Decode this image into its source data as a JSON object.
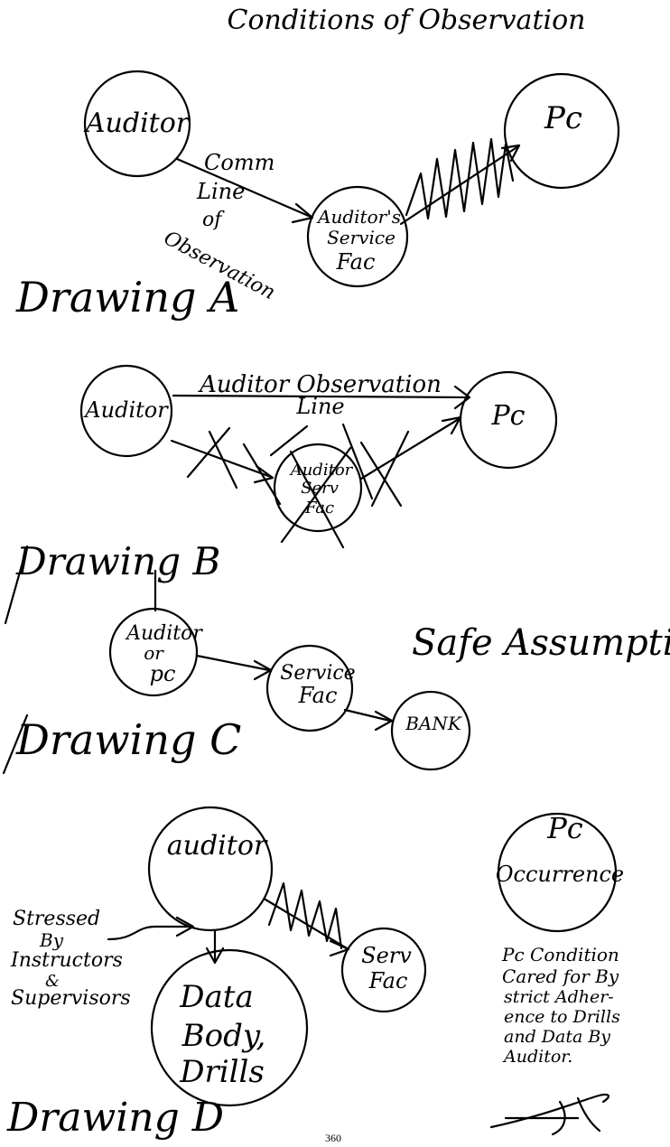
{
  "title": "Conditions of Observation",
  "drawing_a": {
    "label": "Drawing A",
    "auditor": "Auditor",
    "pc": "Pc",
    "service_fac": [
      "Auditor's",
      "Service",
      "Fac"
    ],
    "line_label": [
      "Comm",
      "Line",
      "of",
      "Observation"
    ]
  },
  "drawing_b": {
    "label": "Drawing B",
    "auditor": "Auditor",
    "pc": "Pc",
    "line_label": [
      "Auditor Observation",
      "Line"
    ],
    "service_fac": [
      "Auditor",
      "Serv",
      "Fac"
    ]
  },
  "drawing_c": {
    "label": "Drawing C",
    "auditor_or_pc": [
      "Auditor",
      "or",
      "pc"
    ],
    "service_fac": [
      "Service",
      "Fac"
    ],
    "bank": "BANK",
    "heading": "Safe Assumptions"
  },
  "drawing_d": {
    "label": "Drawing D",
    "auditor": "auditor",
    "data": [
      "Data",
      "Body,",
      "Drills"
    ],
    "serv_fac": [
      "Serv",
      "Fac"
    ],
    "stressed": [
      "Stressed",
      "By",
      "Instructors",
      "&",
      "Supervisors"
    ],
    "pc_occurrence": [
      "Pc",
      "Occurrence"
    ],
    "pc_condition": [
      "Pc Condition",
      "Cared for By",
      "strict Adher-",
      "ence to Drills",
      "and Data By",
      "Auditor."
    ]
  },
  "page_number": "360"
}
